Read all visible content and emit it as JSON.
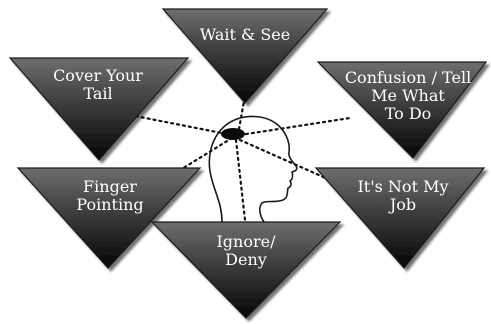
{
  "diagram": {
    "nodes": [
      {
        "id": "wait-and-see",
        "lines": [
          "Wait & See"
        ]
      },
      {
        "id": "cover-your-tail",
        "lines": [
          "Cover Your",
          "Tail"
        ]
      },
      {
        "id": "confusion",
        "lines": [
          "Confusion / Tell",
          "Me What",
          "To Do"
        ]
      },
      {
        "id": "finger-pointing",
        "lines": [
          "Finger",
          "Pointing"
        ]
      },
      {
        "id": "its-not-my-job",
        "lines": [
          "It's Not My",
          "Job"
        ]
      },
      {
        "id": "ignore-deny",
        "lines": [
          "Ignore/",
          "Deny"
        ]
      }
    ],
    "center_icon": "head-profile-icon",
    "connector_style": "dotted"
  }
}
